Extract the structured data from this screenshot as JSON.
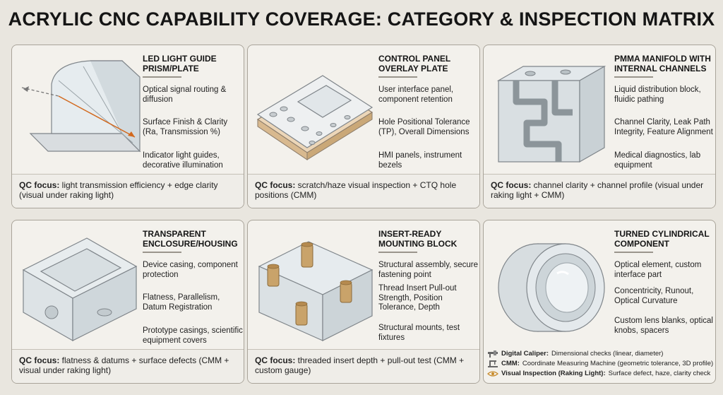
{
  "title": "ACRYLIC CNC CAPABILITY COVERAGE: CATEGORY & INSPECTION MATRIX",
  "cards": [
    {
      "name": "LED LIGHT GUIDE PRISM/PLATE",
      "icon": "light-guide-prism",
      "function": "Optical signal routing & diffusion",
      "ctq": "Surface Finish & Clarity (Ra, Transmission %)",
      "applications": "Indicator light guides, decorative illumination",
      "qc_label": "QC focus:",
      "qc_text": " light transmission efficiency + edge clarity (visual under raking light)"
    },
    {
      "name": "CONTROL PANEL OVERLAY PLATE",
      "icon": "overlay-plate",
      "function": "User interface panel, component retention",
      "ctq": "Hole Positional Tolerance (TP), Overall Dimensions",
      "applications": "HMI panels, instrument bezels",
      "qc_label": "QC focus:",
      "qc_text": " scratch/haze visual inspection + CTQ hole positions (CMM)"
    },
    {
      "name": "PMMA MANIFOLD WITH INTERNAL CHANNELS",
      "icon": "manifold-block",
      "function": "Liquid distribution block, fluidic pathing",
      "ctq": "Channel Clarity, Leak Path Integrity, Feature Alignment",
      "applications": "Medical diagnostics, lab equipment",
      "qc_label": "QC focus:",
      "qc_text": " channel clarity + channel profile (visual under raking light + CMM)"
    },
    {
      "name": "TRANSPARENT ENCLOSURE/HOUSING",
      "icon": "enclosure-housing",
      "function": "Device casing, component protection",
      "ctq": "Flatness, Parallelism, Datum Registration",
      "applications": "Prototype casings, scientific equipment covers",
      "qc_label": "QC focus:",
      "qc_text": " flatness & datums + surface defects (CMM + visual under raking light)"
    },
    {
      "name": "INSERT-READY MOUNTING BLOCK",
      "icon": "mounting-block",
      "function": "Structural assembly, secure fastening point",
      "ctq": "Thread Insert Pull-out Strength, Position Tolerance, Depth",
      "applications": "Structural mounts, test fixtures",
      "qc_label": "QC focus:",
      "qc_text": " threaded insert depth + pull-out test (CMM + custom gauge)"
    },
    {
      "name": "TURNED CYLINDRICAL COMPONENT",
      "icon": "cylindrical-lens",
      "function": "Optical element, custom interface part",
      "ctq": "Concentricity, Runout, Optical Curvature",
      "applications": "Custom lens blanks, optical knobs, spacers"
    }
  ],
  "legend": [
    {
      "icon": "caliper-icon",
      "label": "Digital Caliper:",
      "text": "Dimensional checks (linear, diameter)"
    },
    {
      "icon": "cmm-icon",
      "label": "CMM:",
      "text": "Coordinate Measuring Machine (geometric tolerance, 3D profile)"
    },
    {
      "icon": "eye-icon",
      "label": "Visual Inspection (Raking Light):",
      "text": "Surface defect, haze, clarity check"
    }
  ]
}
